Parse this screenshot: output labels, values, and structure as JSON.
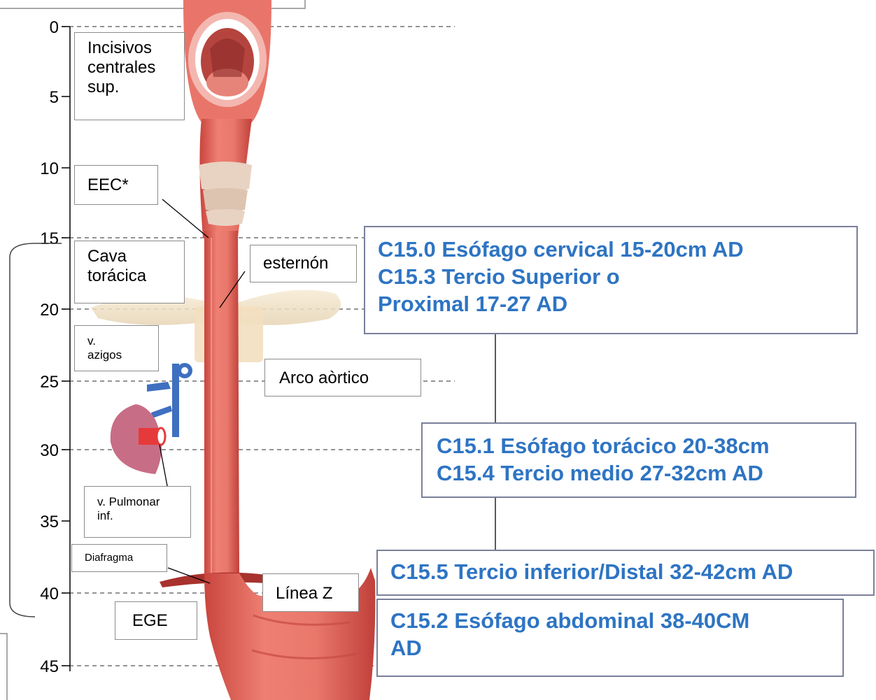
{
  "scale": {
    "ticks": [
      "0",
      "5",
      "10",
      "15",
      "20",
      "25",
      "30",
      "35",
      "40",
      "45"
    ]
  },
  "labels": {
    "incisivos": [
      "Incisivos",
      "centrales",
      "sup."
    ],
    "eec": "EEC*",
    "cava": [
      "Cava",
      "torácica"
    ],
    "esternon": "esternón",
    "azigos": [
      "v.",
      "azigos"
    ],
    "arco": "Arco aòrtico",
    "pulmonar": [
      "v. Pulmonar",
      "inf."
    ],
    "diafragma": "Diafragma",
    "linea_z": "Línea Z",
    "ege": "EGE"
  },
  "classification": {
    "c150": [
      "C15.0 Esófago cervical  15-20cm AD",
      "C15.3 Tercio Superior o",
      "Proximal 17-27 AD"
    ],
    "c151": [
      "C15.1 Esófago torácico 20-38cm",
      "C15.4 Tercio medio 27-32cm  AD"
    ],
    "c155": "C15.5 Tercio inferior/Distal 32-42cm AD",
    "c152": [
      "C15.2 Esófago abdominal 38-40CM",
      "AD"
    ]
  },
  "colors": {
    "label_blue": "#2e74c3",
    "esophagus": "#e1665c",
    "vein": "#3f6fc0",
    "lung": "#c86d86"
  }
}
